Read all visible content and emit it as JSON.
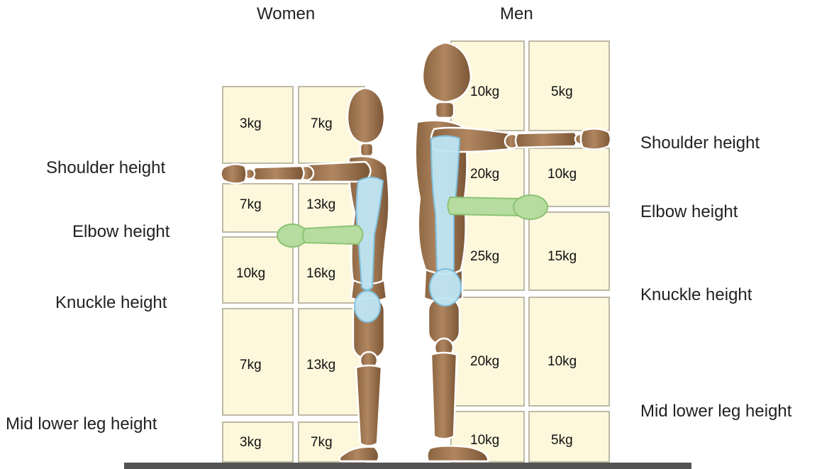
{
  "groups": {
    "women": "Women",
    "men": "Men"
  },
  "women_labels": {
    "shoulder": "Shoulder height",
    "elbow": "Elbow height",
    "knuckle": "Knuckle height",
    "mid_lower_leg": "Mid lower leg height"
  },
  "men_labels": {
    "shoulder": "Shoulder height",
    "elbow": "Elbow height",
    "knuckle": "Knuckle height",
    "mid_lower_leg": "Mid lower leg height"
  },
  "women_weights": {
    "above_shoulder": [
      "3kg",
      "7kg"
    ],
    "shoulder_to_elbow": [
      "7kg",
      "13kg"
    ],
    "elbow_to_knuckle": [
      "10kg",
      "16kg"
    ],
    "knuckle_to_mid_leg": [
      "7kg",
      "13kg"
    ],
    "below_mid_leg": [
      "3kg",
      "7kg"
    ]
  },
  "men_weights": {
    "above_shoulder": [
      "10kg",
      "5kg"
    ],
    "shoulder_to_elbow": [
      "20kg",
      "10kg"
    ],
    "elbow_to_knuckle": [
      "25kg",
      "15kg"
    ],
    "knuckle_to_mid_leg": [
      "20kg",
      "10kg"
    ],
    "below_mid_leg": [
      "10kg",
      "5kg"
    ]
  },
  "colors": {
    "box_fill": "#fdf8dc",
    "box_border": "#bdb9a6",
    "mannequin": "#a27a53",
    "highlight_blue": "#bfe6f5",
    "highlight_green": "#b6dca0",
    "floor": "#545454"
  }
}
